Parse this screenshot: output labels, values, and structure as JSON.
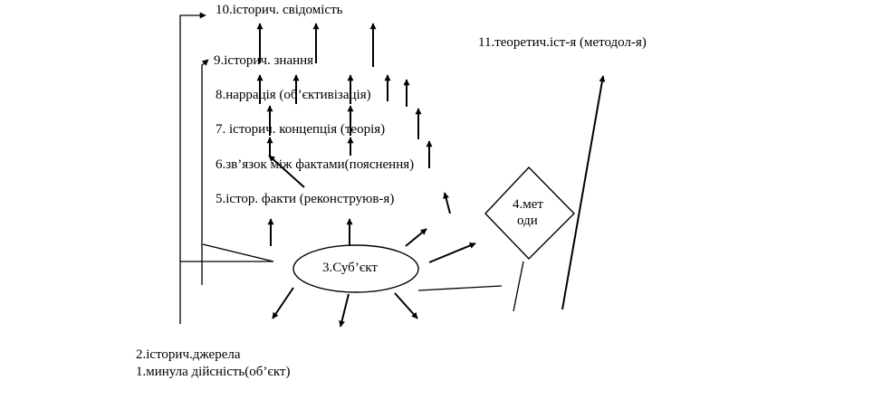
{
  "diagram": {
    "labels": {
      "n10": "10.історич. свідомість",
      "n9": "9.історич. знання",
      "n11": "11.теоретич.іст-я (методол-я)",
      "n8": "8.наррація (об’єктивізація)",
      "n7": "7. історич. концепція (теорія)",
      "n6": "6.зв’язок між фактами(пояснення)",
      "n5": "5.істор. факти (реконструюв-я)",
      "n3": "3.Суб’єкт",
      "n4_line1": "4.мет",
      "n4_line2": "оди",
      "n2": "2.історич.джерела",
      "n1": "1.минула дійсність(об’єкт)"
    }
  }
}
